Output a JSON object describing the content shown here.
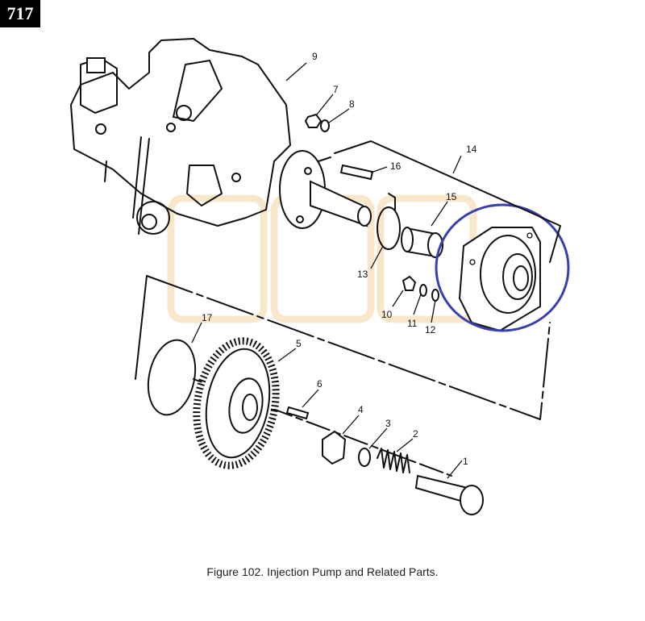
{
  "page_number": "717",
  "figure": {
    "caption": "Figure 102.  Injection Pump and Related Parts.",
    "callouts": [
      "1",
      "2",
      "3",
      "4",
      "5",
      "6",
      "7",
      "8",
      "9",
      "10",
      "11",
      "12",
      "13",
      "14",
      "15",
      "16",
      "17"
    ],
    "highlight_color": "#3a3fb0",
    "watermark_color": "#f3d9a8"
  }
}
